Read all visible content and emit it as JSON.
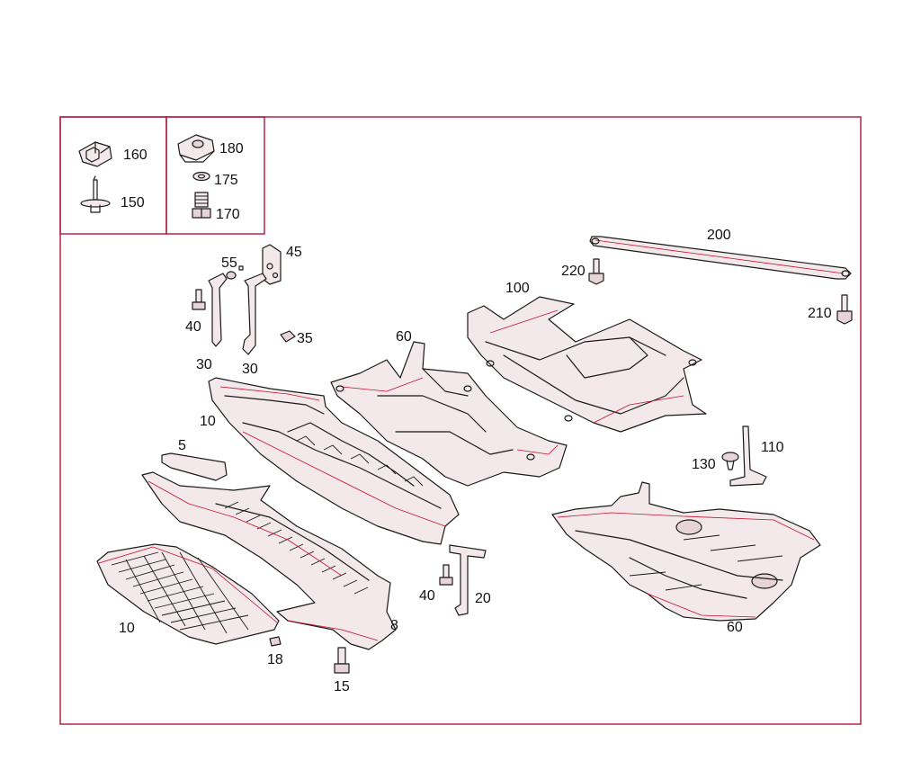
{
  "legend": {
    "box1": [
      {
        "label": "160",
        "icon": "clip-nut-icon"
      },
      {
        "label": "150",
        "icon": "push-rivet-icon"
      }
    ],
    "box2": [
      {
        "label": "180",
        "icon": "spring-nut-icon"
      },
      {
        "label": "175",
        "icon": "washer-icon"
      },
      {
        "label": "170",
        "icon": "hex-bolt-icon"
      }
    ]
  },
  "callouts": {
    "c200": "200",
    "c220": "220",
    "c210": "210",
    "c100": "100",
    "c45": "45",
    "c55": "55",
    "c40a": "40",
    "c30a": "30",
    "c30b": "30",
    "c35": "35",
    "c60a": "60",
    "c10a": "10",
    "c5": "5",
    "c110": "110",
    "c130": "130",
    "c10b": "10",
    "c18": "18",
    "c15": "15",
    "c8": "8",
    "c40b": "40",
    "c20": "20",
    "c60b": "60"
  },
  "colors": {
    "frame": "#b0153a",
    "line": "#1a1a1a",
    "tint": "#f3e8ea"
  }
}
